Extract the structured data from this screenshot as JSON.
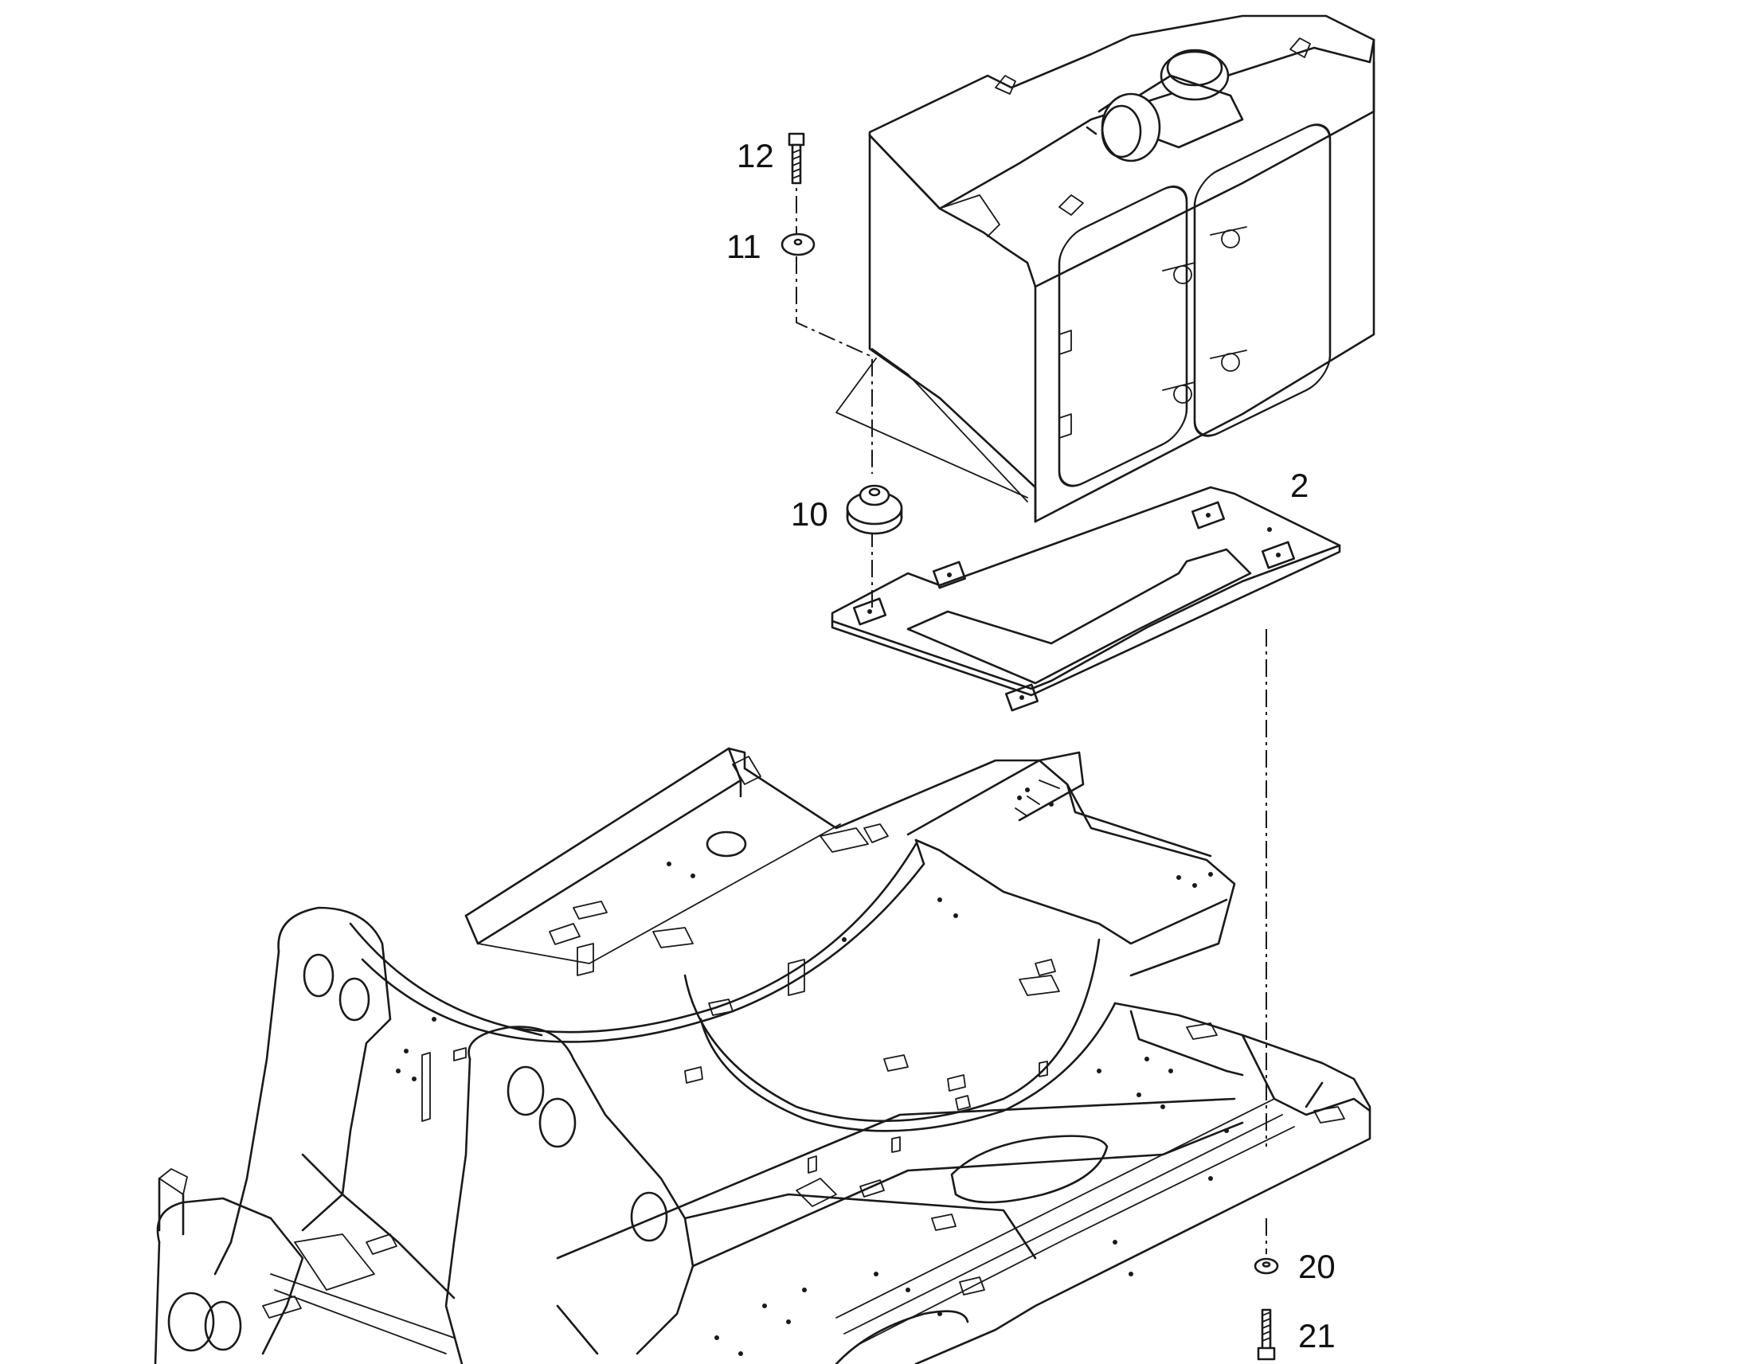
{
  "callouts": {
    "part_2": "2",
    "part_10": "10",
    "part_11": "11",
    "part_12": "12",
    "part_20": "20",
    "part_21": "21"
  },
  "colors": {
    "line": "#1a1a1a",
    "background": "#ffffff"
  }
}
